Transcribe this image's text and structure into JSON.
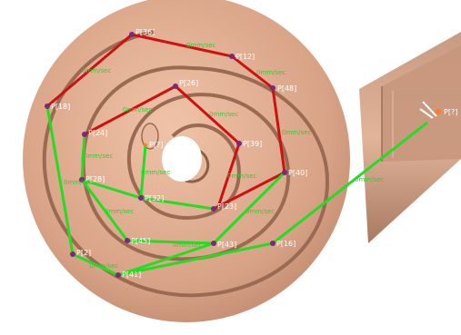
{
  "viewport": {
    "label_color": "#ffffff",
    "segment_label_color": "#33cc33",
    "red_path_color": "#cc1111",
    "green_path_color": "#22dd22",
    "surface_color": "#d9a48a",
    "endpoint_marker_color": "#ff7a2a"
  },
  "points": [
    {
      "id": "p36",
      "label": "P[36]"
    },
    {
      "id": "p12",
      "label": "P[12]"
    },
    {
      "id": "p48",
      "label": "P[48]"
    },
    {
      "id": "p18",
      "label": "P[18]"
    },
    {
      "id": "p26",
      "label": "P[26]"
    },
    {
      "id": "p24",
      "label": "P[24]"
    },
    {
      "id": "p39",
      "label": "P[39]"
    },
    {
      "id": "p40",
      "label": "P[40]"
    },
    {
      "id": "p28",
      "label": "P[28]"
    },
    {
      "id": "p32",
      "label": "P[32]"
    },
    {
      "id": "p23",
      "label": "P[23]"
    },
    {
      "id": "p2",
      "label": "P[2]"
    },
    {
      "id": "p45",
      "label": "P[45]"
    },
    {
      "id": "p43",
      "label": "P[43]"
    },
    {
      "id": "p16",
      "label": "P[16]"
    },
    {
      "id": "p41",
      "label": "P[41]"
    },
    {
      "id": "p_center",
      "label": "P[?]"
    },
    {
      "id": "p_right",
      "label": "P[?]"
    }
  ],
  "segment_labels": [
    "0mm/sec",
    "0mm/sec",
    "0mm/sec",
    "0mm/sec",
    "0mm/sec",
    "0mm/sec",
    "0mm/sec",
    "0mm/sec",
    "0mm/sec",
    "0mm/sec",
    "0mm/sec",
    "0mm/sec",
    "0mm/sec",
    "0mm/sec",
    "0mm/sec"
  ]
}
